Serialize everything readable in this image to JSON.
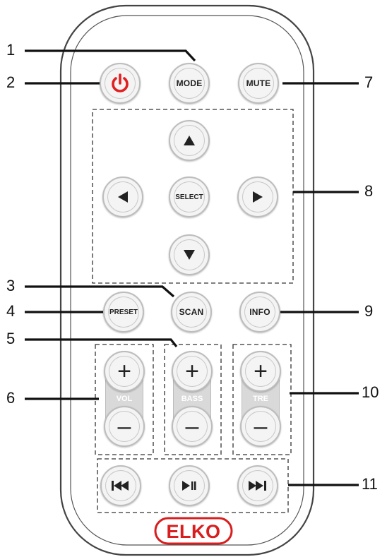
{
  "callouts": {
    "c1": "1",
    "c2": "2",
    "c3": "3",
    "c4": "4",
    "c5": "5",
    "c6": "6",
    "c7": "7",
    "c8": "8",
    "c9": "9",
    "c10": "10",
    "c11": "11"
  },
  "buttons": {
    "mode": "MODE",
    "mute": "MUTE",
    "select": "SELECT",
    "scan": "SCAN",
    "preset": "PRESET",
    "info": "INFO"
  },
  "rockers": {
    "vol": "VOL",
    "bass": "BASS",
    "tre": "TRE",
    "plus": "+",
    "minus": "–"
  },
  "brand": {
    "logo_text": "ELKO"
  },
  "colors": {
    "power_red": "#e02020",
    "logo_red": "#d81e1e",
    "outline": "#222222"
  },
  "icons": {
    "power": "power-icon",
    "up": "triangle-up-icon",
    "down": "triangle-down-icon",
    "left": "triangle-left-icon",
    "right": "triangle-right-icon",
    "prev": "skip-previous-icon",
    "playpause": "play-pause-icon",
    "next": "skip-next-icon"
  }
}
